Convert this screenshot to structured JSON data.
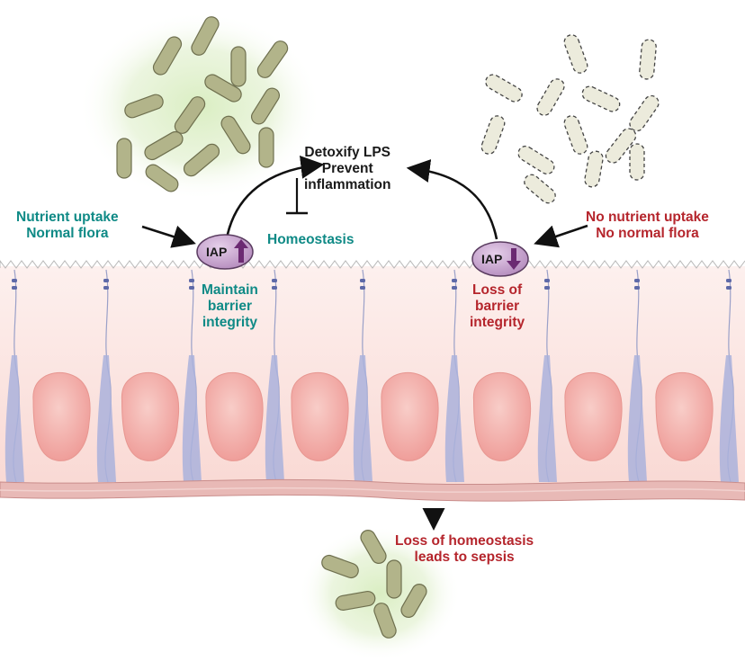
{
  "left": {
    "input_label": [
      "Nutrient uptake",
      "Normal flora"
    ],
    "enzyme": "IAP",
    "enzyme_level": "up",
    "barrier_label": [
      "Maintain",
      "barrier",
      "integrity"
    ],
    "homeostasis_label": "Homeostasis"
  },
  "center": {
    "effect_label": [
      "Detoxify LPS",
      "Prevent",
      "inflammation"
    ]
  },
  "right": {
    "input_label": [
      "No nutrient uptake",
      "No normal flora"
    ],
    "enzyme": "IAP",
    "enzyme_level": "down",
    "barrier_label": [
      "Loss of",
      "barrier",
      "integrity"
    ]
  },
  "bottom": {
    "outcome_label": [
      "Loss of homeostasis",
      "leads to sepsis"
    ]
  },
  "colors": {
    "teal_text": "#0f8a86",
    "red_text": "#b5252c",
    "iap_fill": "#c9a6cf",
    "bacteria_live": "#b2b48a",
    "bacteria_dead": "#ecebdc",
    "cell_fill": "#fbe3df",
    "nucleus_fill": "#f4b6b2",
    "junction_fill": "#aab2dc"
  },
  "icons": {
    "up_arrow": "arrow-up-icon",
    "down_arrow": "arrow-down-icon",
    "inhibit": "inhibition-bar-icon"
  }
}
